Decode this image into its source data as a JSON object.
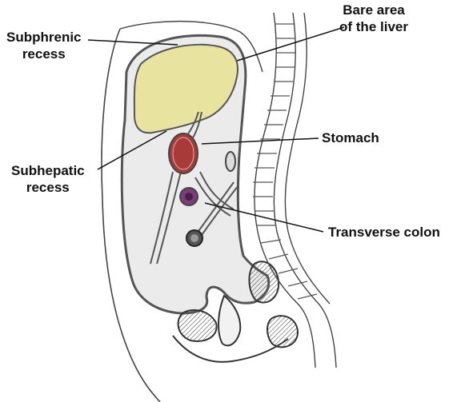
{
  "labels": {
    "subphrenic": {
      "line1": "Subphrenic",
      "line2": "recess"
    },
    "bare_area": {
      "line1": "Bare area",
      "line2": "of the liver"
    },
    "stomach": "Stomach",
    "subhepatic": {
      "line1": "Subhepatic",
      "line2": "recess"
    },
    "transverse_colon": "Transverse colon"
  },
  "colors": {
    "liver": "#e8e4a0",
    "stomach": "#a83a3a",
    "colon": "#7a3f7a",
    "peritoneal_cavity": "#ebebeb",
    "outline": "#333333"
  }
}
